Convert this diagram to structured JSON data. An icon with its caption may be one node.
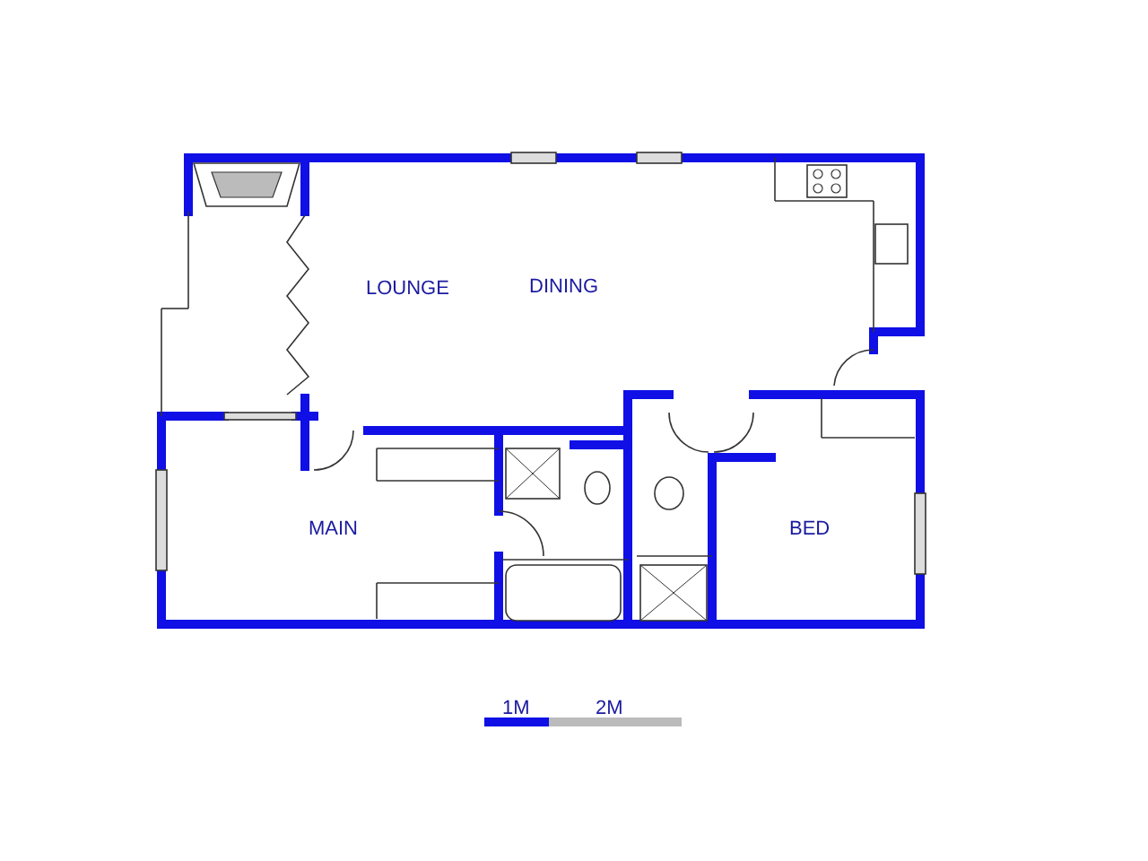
{
  "diagram": {
    "labels": [
      "LOUNGE",
      "DINING",
      "MAIN",
      "BED",
      "1M",
      "2M"
    ]
  }
}
